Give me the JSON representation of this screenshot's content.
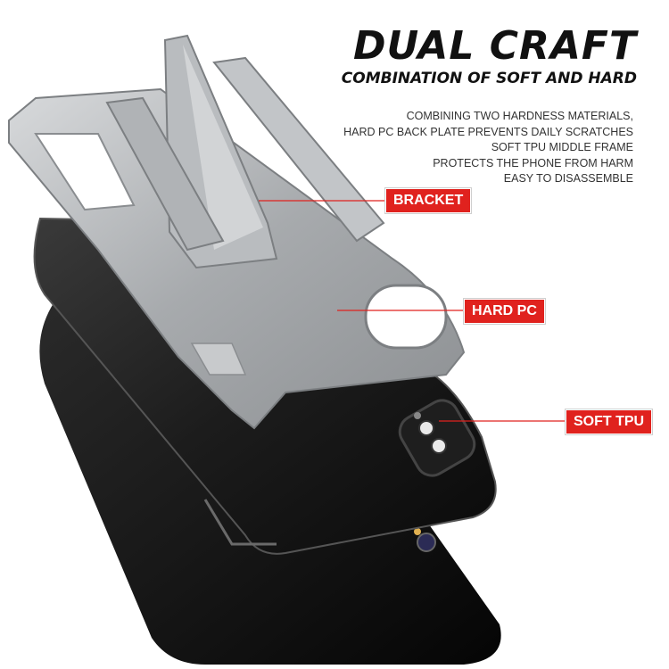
{
  "headline": "DUAL CRAFT",
  "subheadline": "COMBINATION OF SOFT AND HARD",
  "description_lines": [
    "COMBINING TWO HARDNESS MATERIALS,",
    "HARD PC BACK PLATE PREVENTS DAILY SCRATCHES",
    "SOFT TPU MIDDLE FRAME",
    "PROTECTS THE PHONE FROM HARM",
    "EASY TO DISASSEMBLE"
  ],
  "callouts": {
    "bracket": "BRACKET",
    "hard_pc": "HARD PC",
    "soft_tpu": "SOFT TPU"
  },
  "colors": {
    "accent": "#e0221e",
    "text": "#111111",
    "silver": "#a9acaf",
    "black": "#1a1a1a"
  }
}
